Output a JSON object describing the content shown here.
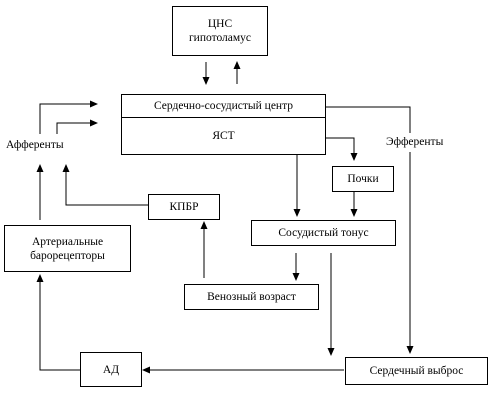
{
  "nodes": {
    "cns": {
      "line1": "ЦНС",
      "line2": "гипотоламус"
    },
    "cv_center": {
      "title": "Сердечно-сосудистый центр",
      "sub": "ЯСТ"
    },
    "afferents": "Афференты",
    "efferents": "Эфференты",
    "kidneys": "Почки",
    "kpbr": "КПБР",
    "vascular_tone": "Сосудистый тонус",
    "baroreceptors": {
      "line1": "Артериальные",
      "line2": "барорецепторы"
    },
    "venous_return": "Венозный возраст",
    "bp": "АД",
    "cardiac_output": "Сердечный выброс"
  }
}
